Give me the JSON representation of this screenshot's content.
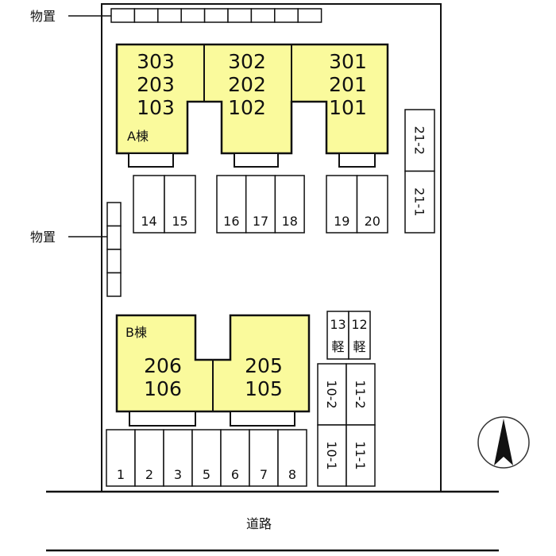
{
  "labels": {
    "storage_top": "物置",
    "storage_left": "物置",
    "road": "道路"
  },
  "building_a": {
    "name": "A棟",
    "units": [
      [
        "303",
        "203",
        "103"
      ],
      [
        "302",
        "202",
        "102"
      ],
      [
        "301",
        "201",
        "101"
      ]
    ]
  },
  "building_b": {
    "name": "B棟",
    "units": [
      [
        "206",
        "106"
      ],
      [
        "205",
        "105"
      ]
    ]
  },
  "parking": {
    "a1": [
      "14",
      "15"
    ],
    "a2": [
      "16",
      "17",
      "18"
    ],
    "a3": [
      "19",
      "20"
    ],
    "side": [
      "21-2",
      "21-1"
    ],
    "kei": [
      {
        "num": "13",
        "type": "軽"
      },
      {
        "num": "12",
        "type": "軽"
      }
    ],
    "col10": [
      "10-2",
      "10-1"
    ],
    "col11": [
      "11-2",
      "11-1"
    ],
    "bottom": [
      "1",
      "2",
      "3",
      "5",
      "6",
      "7",
      "8"
    ]
  },
  "colors": {
    "building": "#fafa9c",
    "line": "#111111"
  },
  "compass": "north-arrow-icon"
}
